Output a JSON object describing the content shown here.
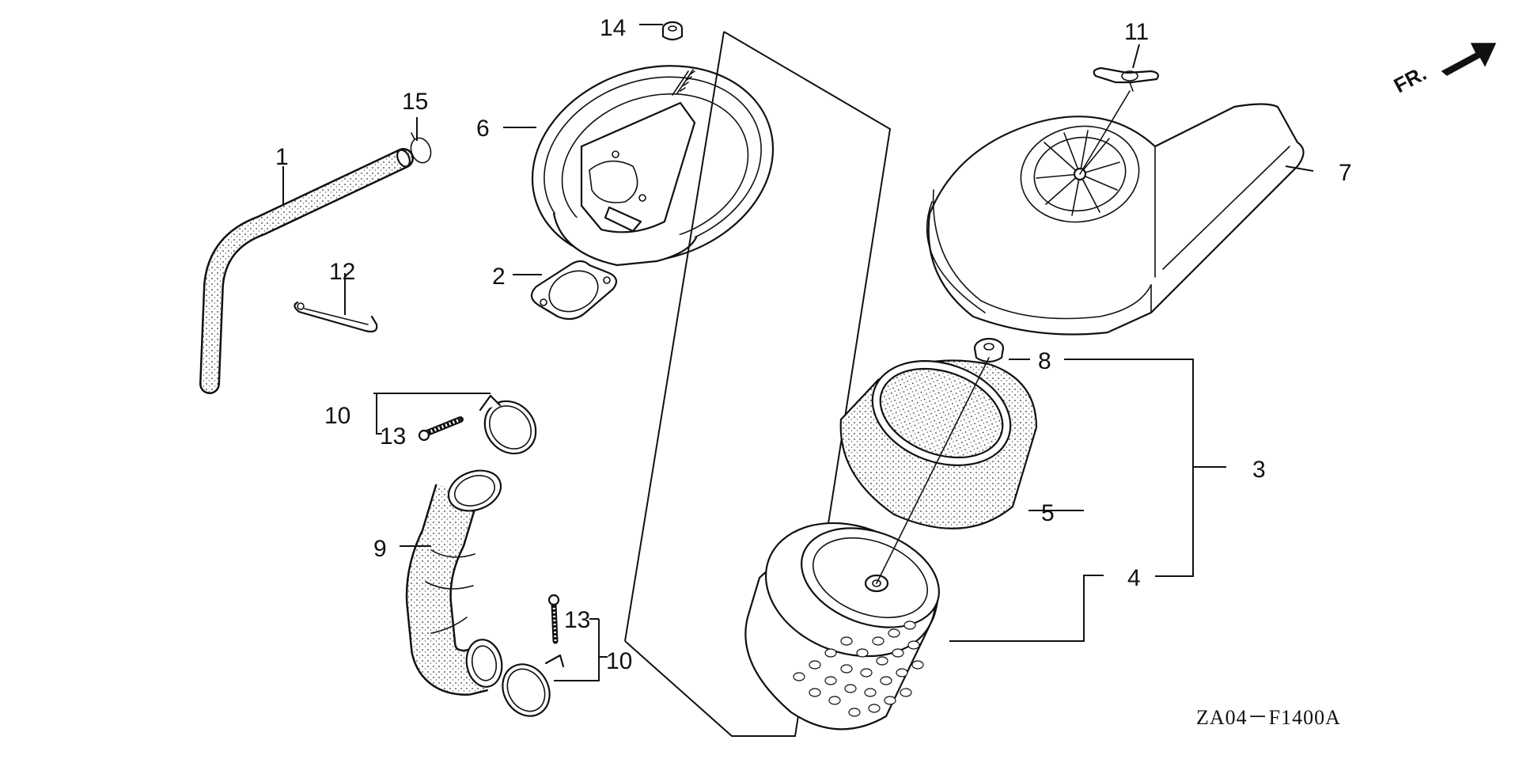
{
  "diagram": {
    "part_code": "ZA04－F1400A",
    "direction_label": "FR.",
    "callouts": {
      "c1": "1",
      "c2": "2",
      "c3": "3",
      "c4": "4",
      "c5": "5",
      "c6": "6",
      "c7": "7",
      "c8": "8",
      "c9": "9",
      "c10a": "10",
      "c10b": "10",
      "c11": "11",
      "c12": "12",
      "c13a": "13",
      "c13b": "13",
      "c14": "14",
      "c15": "15"
    },
    "line_color": "#111111",
    "background_color": "#ffffff"
  }
}
